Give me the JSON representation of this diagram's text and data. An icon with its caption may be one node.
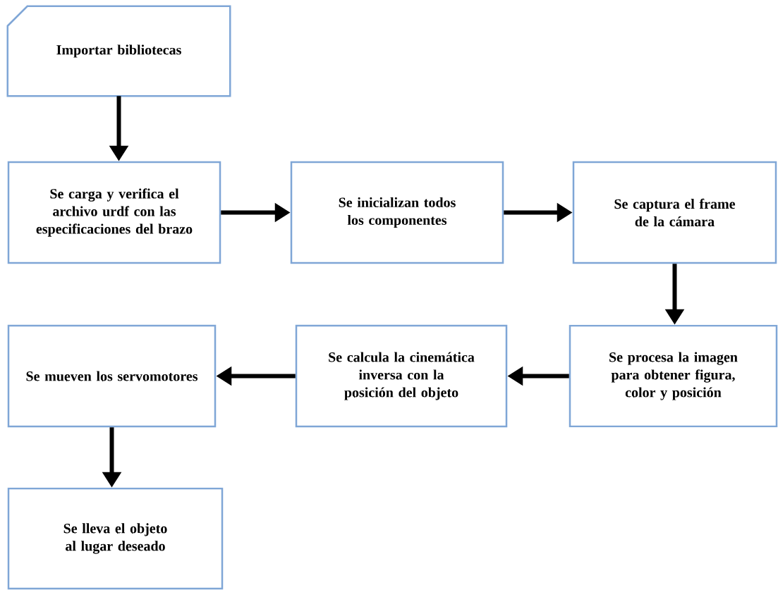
{
  "diagram": {
    "nodes": [
      {
        "text": [
          "Importar bibliotecas"
        ]
      },
      {
        "text": [
          "Se carga y verifica el archivo urdf con las especificaciones del brazo"
        ]
      },
      {
        "text": [
          "Se inicializan todos los componentes"
        ]
      },
      {
        "text": [
          "Se captura el frame de la cámara"
        ]
      },
      {
        "text": [
          "Se procesa la imagen para obtener figura, color y posición"
        ]
      },
      {
        "text": [
          "Se calcula la cinemática inversa con la posición del objeto"
        ]
      },
      {
        "text": [
          "Se mueven los servomotores"
        ]
      },
      {
        "text": [
          "Se lleva el objeto al lugar deseado"
        ]
      }
    ],
    "edges": [
      {
        "from": 0,
        "to": 1,
        "arrow": "to"
      },
      {
        "from": 1,
        "to": 2,
        "arrow": "to"
      },
      {
        "from": 2,
        "to": 3,
        "arrow": "to"
      },
      {
        "from": 3,
        "to": 4,
        "arrow": "to"
      },
      {
        "from": 4,
        "to": 5,
        "arrow": "to"
      },
      {
        "from": 5,
        "to": 6,
        "arrow": "to"
      },
      {
        "from": 6,
        "to": 7,
        "arrow": "to"
      }
    ]
  }
}
